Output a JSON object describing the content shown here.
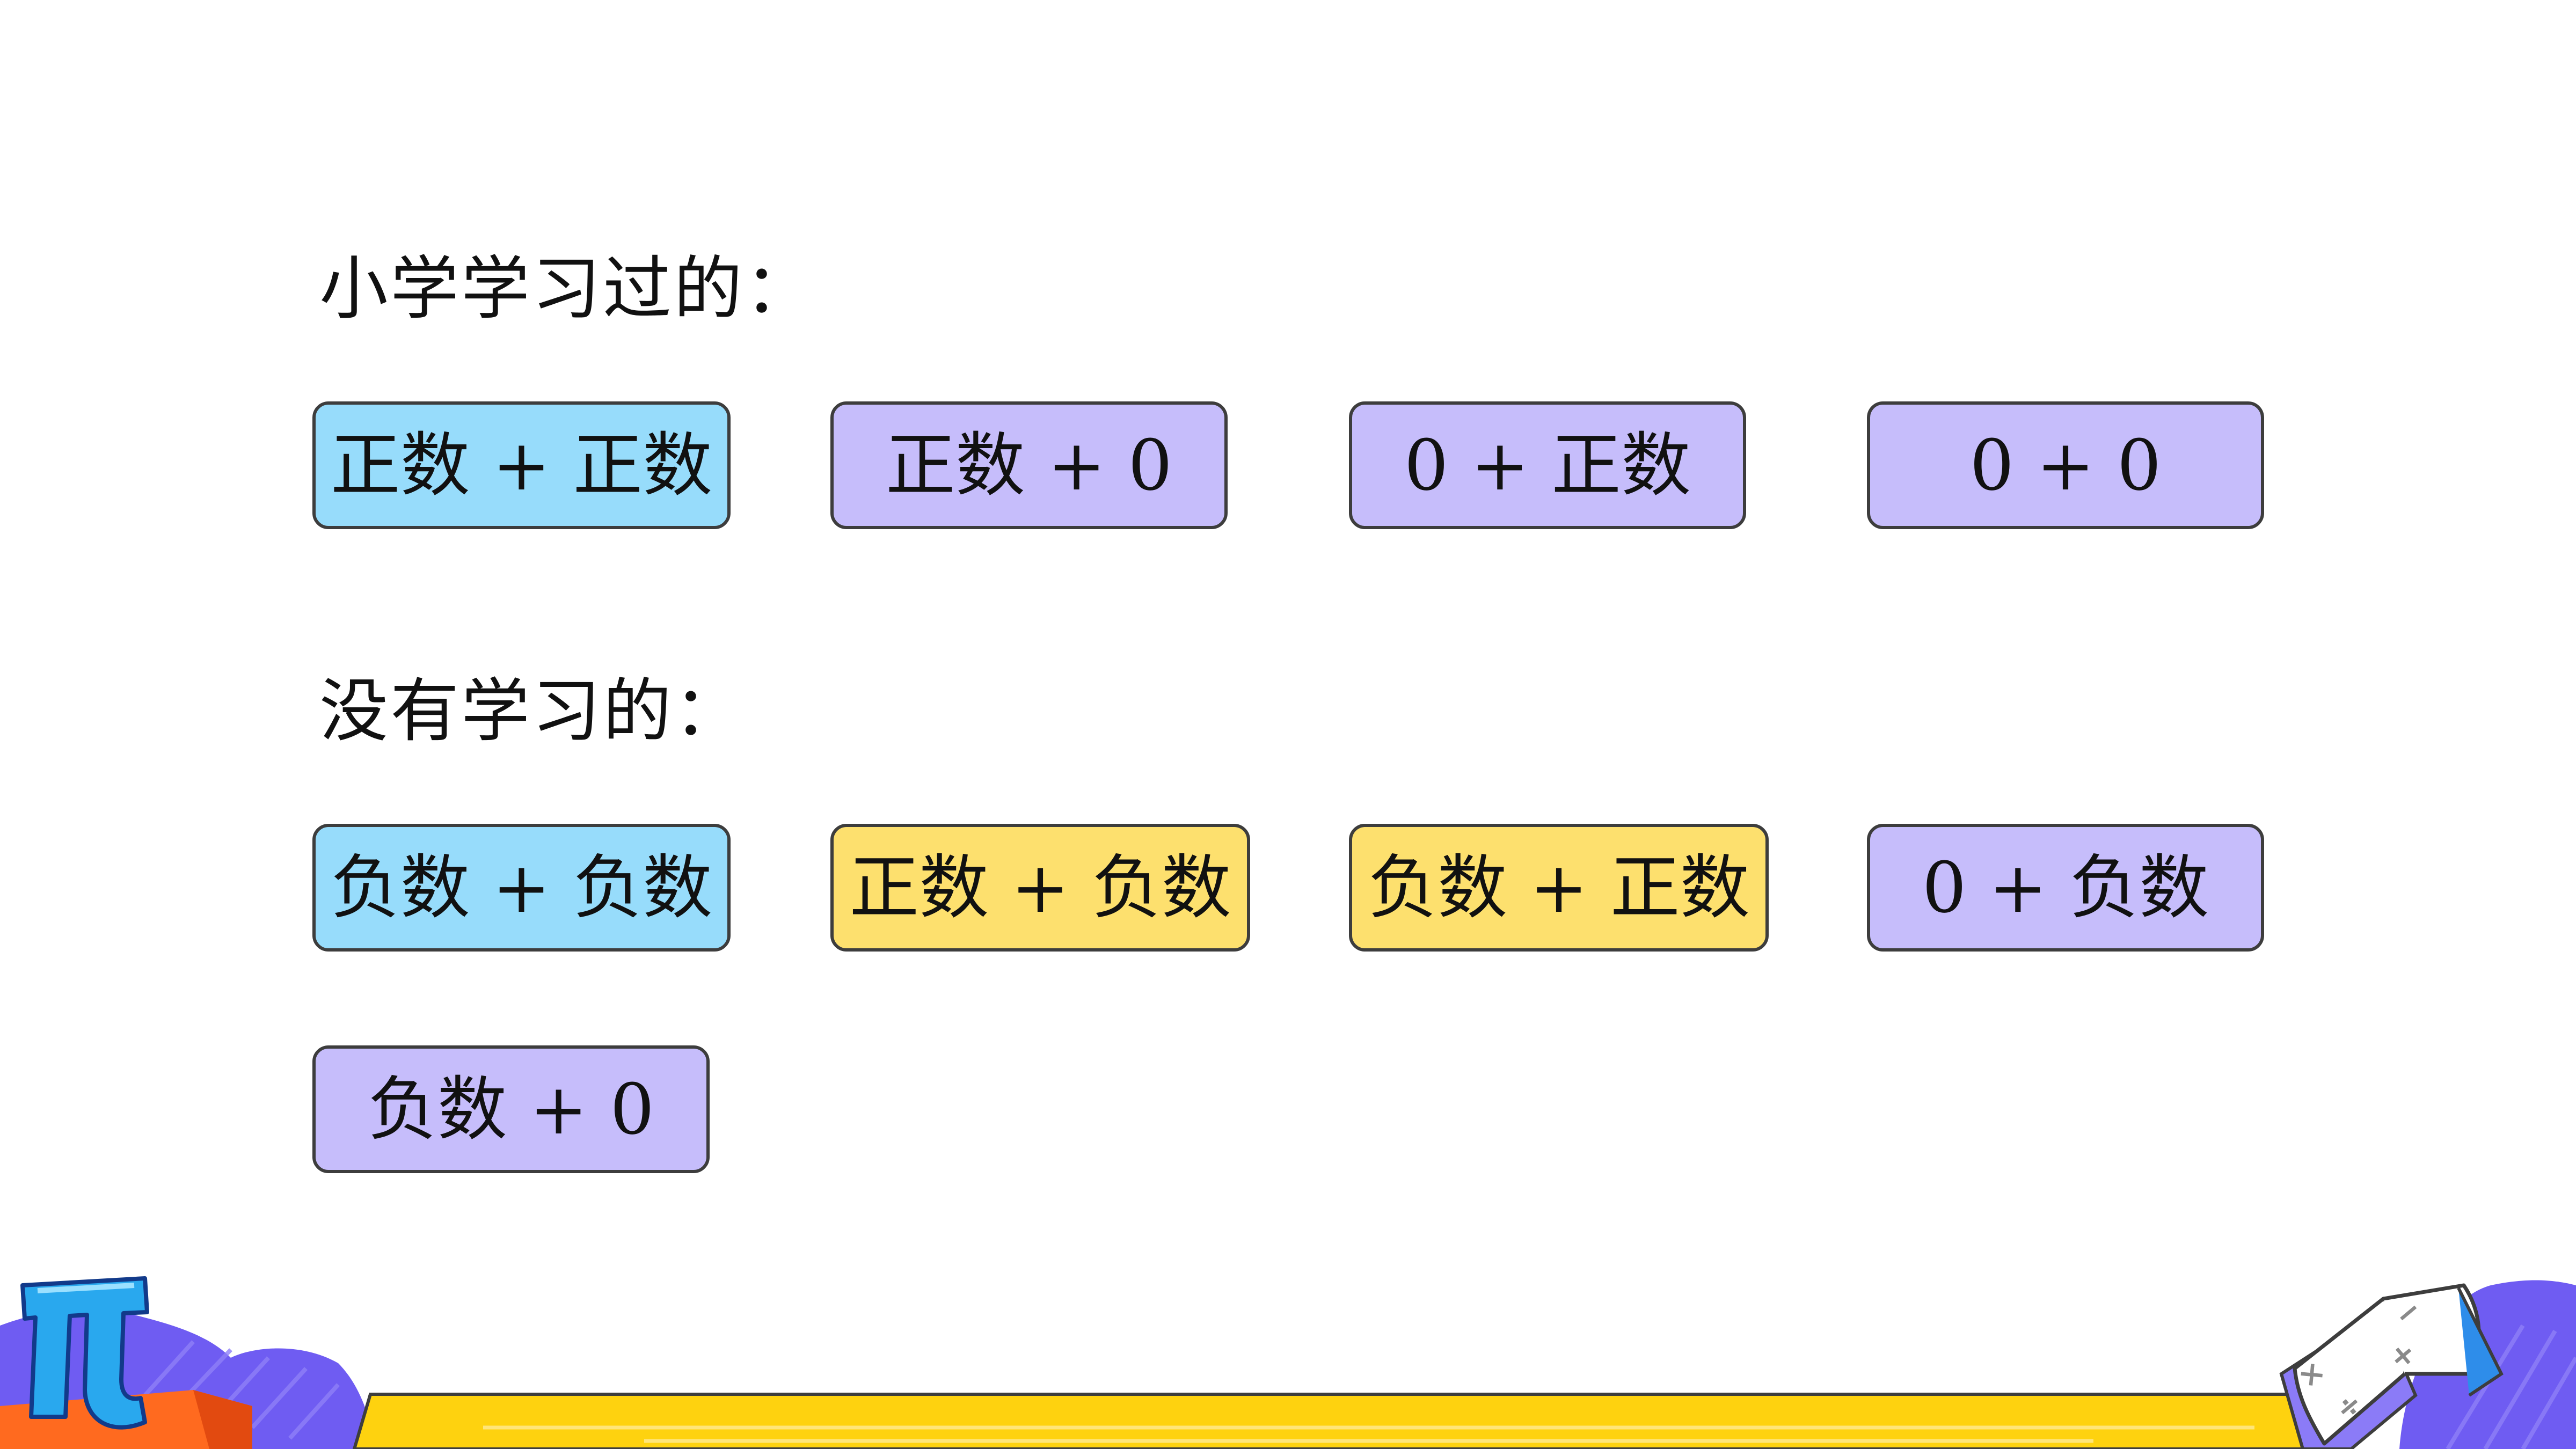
{
  "headings": {
    "learned": "小学学习过的：",
    "not_learned": "没有学习的："
  },
  "learned_boxes": [
    {
      "label": "正数 + 正数",
      "color": "#97dcfb"
    },
    {
      "label": "正数 + 0",
      "color": "#c6bdfb"
    },
    {
      "label": "0 +  正数",
      "color": "#c6bdfb"
    },
    {
      "label": "0 + 0",
      "color": "#c6bdfb"
    }
  ],
  "not_learned_boxes": [
    {
      "label": "负数 + 负数",
      "color": "#97dcfb"
    },
    {
      "label": "正数 + 负数",
      "color": "#fde06e"
    },
    {
      "label": "负数 + 正数",
      "color": "#fde06e"
    },
    {
      "label": "0 + 负数",
      "color": "#c6bdfb"
    },
    {
      "label": "负数 + 0",
      "color": "#c6bdfb"
    }
  ],
  "decorations": {
    "left": "pi-symbol-icon",
    "right": "open-book-icon",
    "book_symbols": [
      "−",
      "+",
      "×",
      "÷"
    ],
    "colors": {
      "yellow_band": "#fed20f",
      "purple_hill": "#6f5cf2",
      "orange_block": "#ff6a1f",
      "pi_blue": "#29a8ee"
    }
  }
}
